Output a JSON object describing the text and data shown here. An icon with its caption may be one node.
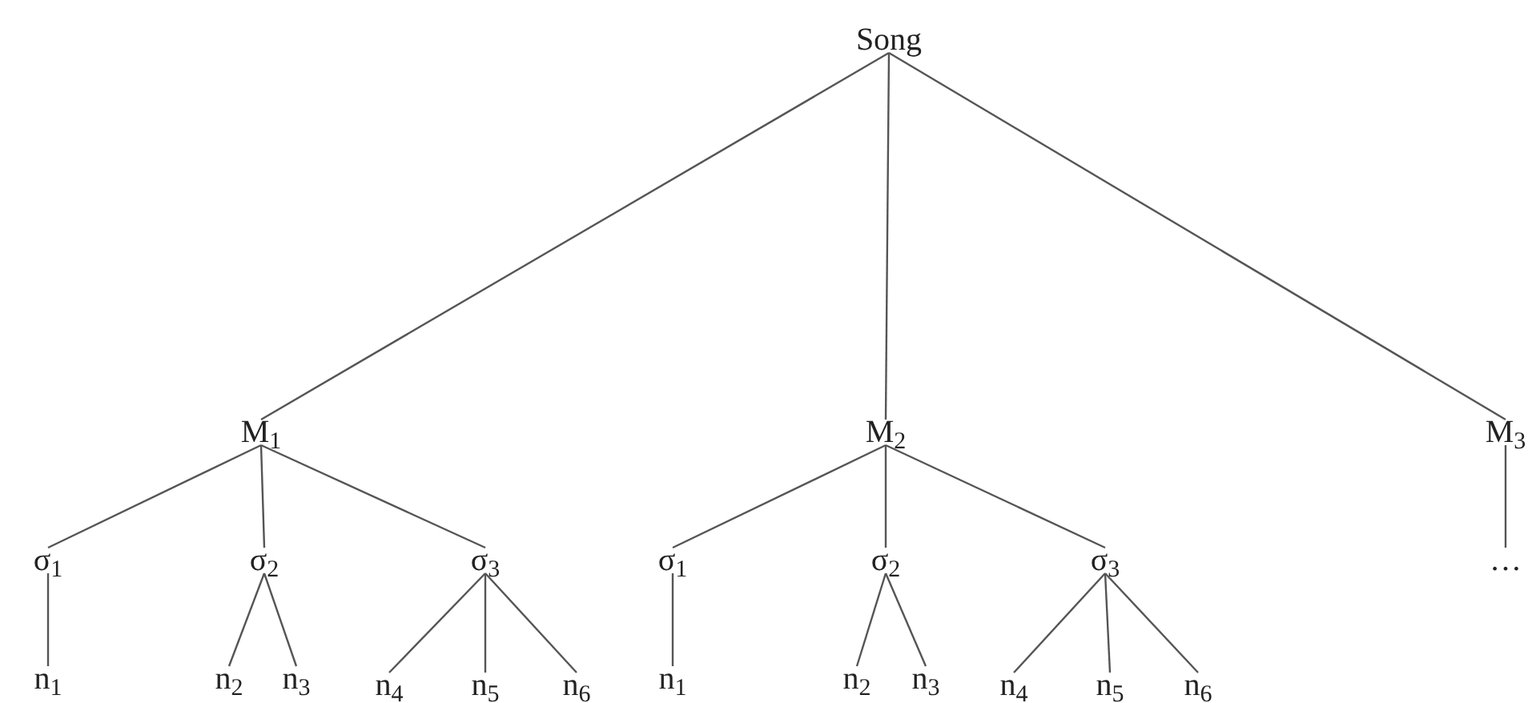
{
  "diagram": {
    "nodes": [
      {
        "text": [
          "Song"
        ]
      },
      {
        "text": [
          "M$_{1}$"
        ]
      },
      {
        "text": [
          "M$_{2}$"
        ]
      },
      {
        "text": [
          "M$_{3}$"
        ]
      },
      {
        "text": [
          "σ$_{1}$"
        ]
      },
      {
        "text": [
          "σ$_{2}$"
        ]
      },
      {
        "text": [
          "σ$_{3}$"
        ]
      },
      {
        "text": [
          "n$_{1}$"
        ]
      },
      {
        "text": [
          "n$_{2}$"
        ]
      },
      {
        "text": [
          "n$_{3}$"
        ]
      },
      {
        "text": [
          "n$_{4}$"
        ]
      },
      {
        "text": [
          "n$_{5}$"
        ]
      },
      {
        "text": [
          "n$_{6}$"
        ]
      },
      {
        "text": [
          "σ$_{1}$"
        ]
      },
      {
        "text": [
          "σ$_{2}$"
        ]
      },
      {
        "text": [
          "σ$_{3}$"
        ]
      },
      {
        "text": [
          "n$_{1}$"
        ]
      },
      {
        "text": [
          "n$_{2}$"
        ]
      },
      {
        "text": [
          "n$_{3}$"
        ]
      },
      {
        "text": [
          "n$_{4}$"
        ]
      },
      {
        "text": [
          "n$_{5}$"
        ]
      },
      {
        "text": [
          "n$_{6}$"
        ]
      },
      {
        "text": [
          "…"
        ]
      }
    ],
    "edges": [
      {
        "from": 0,
        "to": 1,
        "arrow": "none"
      },
      {
        "from": 0,
        "to": 2,
        "arrow": "none"
      },
      {
        "from": 0,
        "to": 3,
        "arrow": "none"
      },
      {
        "from": 1,
        "to": 4,
        "arrow": "none"
      },
      {
        "from": 1,
        "to": 5,
        "arrow": "none"
      },
      {
        "from": 1,
        "to": 6,
        "arrow": "none"
      },
      {
        "from": 4,
        "to": 7,
        "arrow": "none"
      },
      {
        "from": 5,
        "to": 8,
        "arrow": "none"
      },
      {
        "from": 5,
        "to": 9,
        "arrow": "none"
      },
      {
        "from": 6,
        "to": 10,
        "arrow": "none"
      },
      {
        "from": 6,
        "to": 11,
        "arrow": "none"
      },
      {
        "from": 6,
        "to": 12,
        "arrow": "none"
      },
      {
        "from": 2,
        "to": 13,
        "arrow": "none"
      },
      {
        "from": 2,
        "to": 14,
        "arrow": "none"
      },
      {
        "from": 2,
        "to": 15,
        "arrow": "none"
      },
      {
        "from": 13,
        "to": 16,
        "arrow": "none"
      },
      {
        "from": 14,
        "to": 17,
        "arrow": "none"
      },
      {
        "from": 14,
        "to": 18,
        "arrow": "none"
      },
      {
        "from": 15,
        "to": 19,
        "arrow": "none"
      },
      {
        "from": 15,
        "to": 20,
        "arrow": "none"
      },
      {
        "from": 15,
        "to": 21,
        "arrow": "none"
      },
      {
        "from": 3,
        "to": 22,
        "arrow": "none"
      }
    ]
  }
}
